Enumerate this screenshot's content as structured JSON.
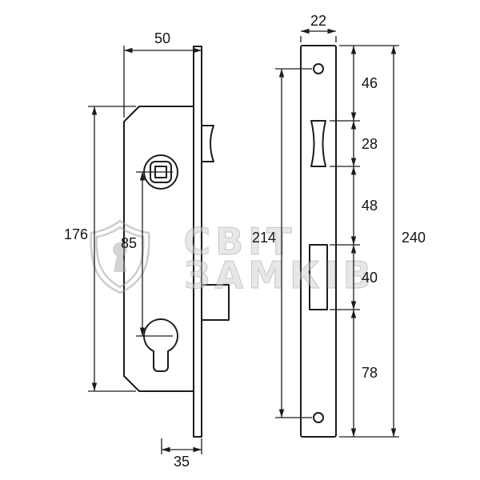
{
  "watermark": {
    "line1": "СВІТ",
    "line2": "ЗАМКІВ"
  },
  "dimensions": {
    "body_width": "50",
    "plate_width": "22",
    "body_height": "176",
    "handle_to_cylinder": "85",
    "backset": "35",
    "screw_spacing": "214",
    "plate_height": "240",
    "top_to_latch": "46",
    "latch_height": "28",
    "latch_to_bolt": "48",
    "bolt_height": "40",
    "bolt_to_bottom": "78"
  },
  "colors": {
    "outline": "#1c1c1c",
    "watermark": "#c9c9c9",
    "background": "#ffffff"
  }
}
